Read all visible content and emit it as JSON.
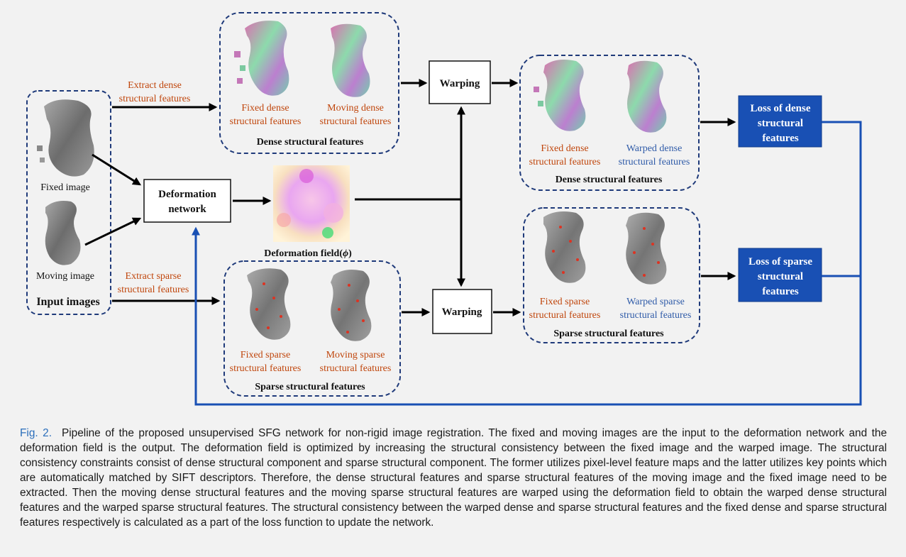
{
  "colors": {
    "orange_text": "#c0460c",
    "blue_text": "#2f5ba8",
    "loss_box": "#1950b4",
    "dashed_border": "#1f3a7a",
    "caption_label": "#2a6ebb"
  },
  "input": {
    "fixed_label": "Fixed image",
    "moving_label": "Moving image",
    "group_title": "Input images"
  },
  "extract": {
    "dense_line1": "Extract dense",
    "dense_line2": "structural features",
    "sparse_line1": "Extract sparse",
    "sparse_line2": "structural features"
  },
  "deformation_network": {
    "line1": "Deformation",
    "line2": "network"
  },
  "deformation_field": {
    "label": "Deformation field(",
    "symbol": "ϕ",
    "close": ")"
  },
  "dense_left": {
    "fixed_line1": "Fixed dense",
    "fixed_line2": "structural features",
    "moving_line1": "Moving dense",
    "moving_line2": "structural features",
    "title": "Dense structural features"
  },
  "sparse_left": {
    "fixed_line1": "Fixed sparse",
    "fixed_line2": "structural features",
    "moving_line1": "Moving sparse",
    "moving_line2": "structural features",
    "title": "Sparse structural features"
  },
  "warping": {
    "top": "Warping",
    "bottom": "Warping"
  },
  "dense_right": {
    "fixed_line1": "Fixed dense",
    "fixed_line2": "structural features",
    "warped_line1": "Warped dense",
    "warped_line2": "structural features",
    "title": "Dense structural features"
  },
  "sparse_right": {
    "fixed_line1": "Fixed sparse",
    "fixed_line2": "structural features",
    "warped_line1": "Warped sparse",
    "warped_line2": "structural features",
    "title": "Sparse structural features"
  },
  "loss_dense": {
    "line1": "Loss of dense",
    "line2": "structural",
    "line3": "features"
  },
  "loss_sparse": {
    "line1": "Loss of sparse",
    "line2": "structural",
    "line3": "features"
  },
  "caption": {
    "label": "Fig. 2.",
    "text": "Pipeline of the proposed unsupervised SFG network for non-rigid image registration. The fixed and moving images are the input to the deformation network and the deformation field is the output. The deformation field is optimized by increasing the structural consistency between the fixed image and the warped image. The structural consistency constraints consist of dense structural component and sparse structural component. The former utilizes pixel-level feature maps and the latter utilizes key points which are automatically matched by SIFT descriptors. Therefore, the dense structural features and sparse structural features of the moving image and the fixed image need to be extracted. Then the moving dense structural features and the moving sparse structural features are warped using the deformation field to obtain the warped dense structural features and the warped sparse structural features. The structural consistency between the warped dense and sparse structural features and the fixed dense and sparse structural features respectively is calculated as a part of the loss function to update the network."
  }
}
